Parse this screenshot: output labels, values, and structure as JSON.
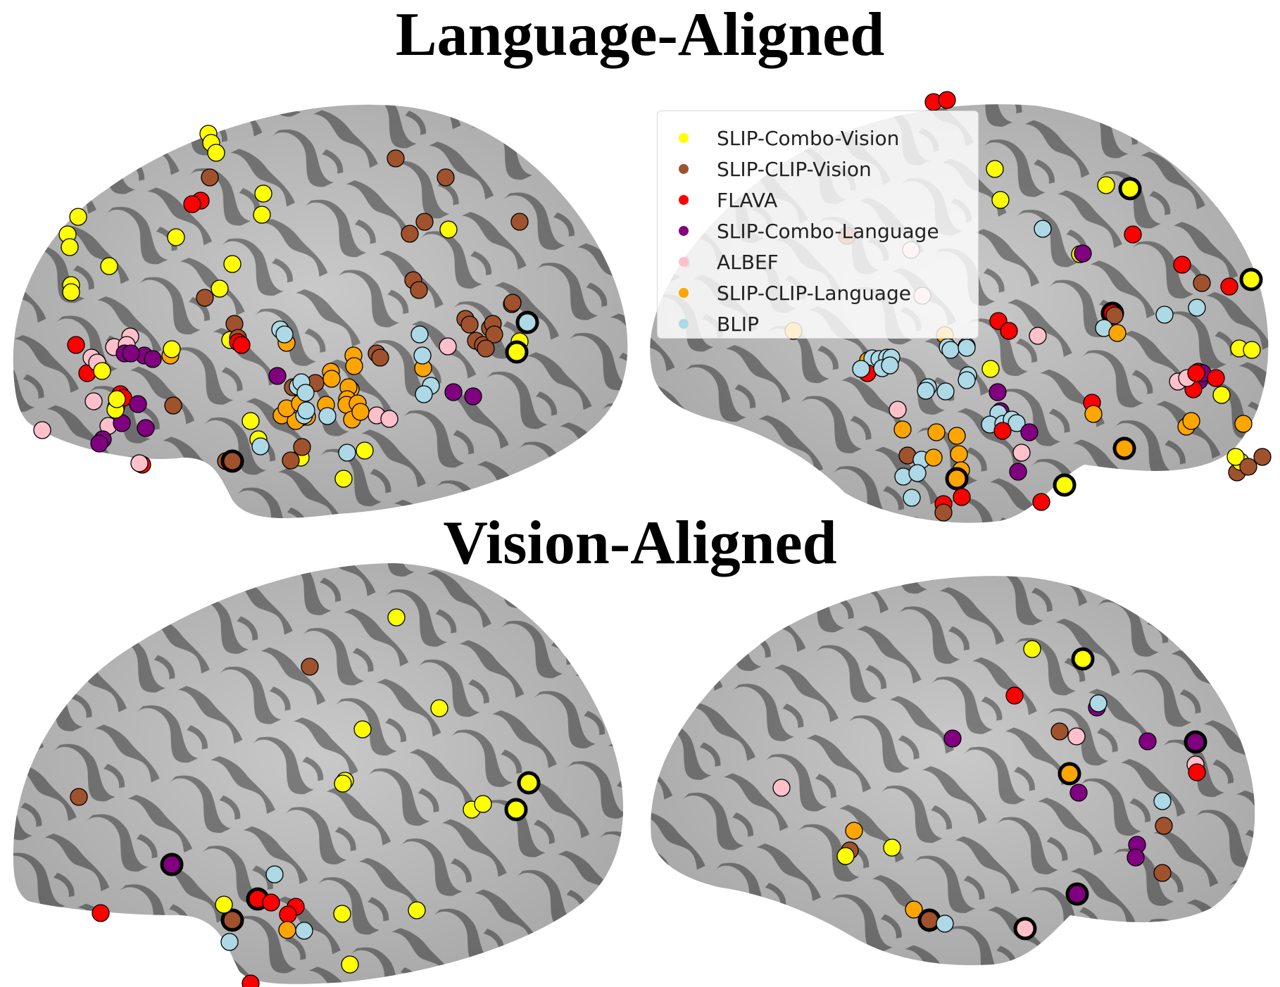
{
  "titles": {
    "top": "Language-Aligned",
    "bottom": "Vision-Aligned"
  },
  "legend": [
    {
      "label": "SLIP-Combo-Vision",
      "color": "#ffff00"
    },
    {
      "label": "SLIP-CLIP-Vision",
      "color": "#a0522d"
    },
    {
      "label": "FLAVA",
      "color": "#ff0000"
    },
    {
      "label": "SLIP-Combo-Language",
      "color": "#800080"
    },
    {
      "label": "ALBEF",
      "color": "#ffc0cb"
    },
    {
      "label": "SLIP-CLIP-Language",
      "color": "#ffa500"
    },
    {
      "label": "BLIP",
      "color": "#add8e6"
    }
  ],
  "colors": {
    "brain_light": "#c8c8c8",
    "brain_dark": "#7b7b7b",
    "marker_edge": "#000000"
  }
}
